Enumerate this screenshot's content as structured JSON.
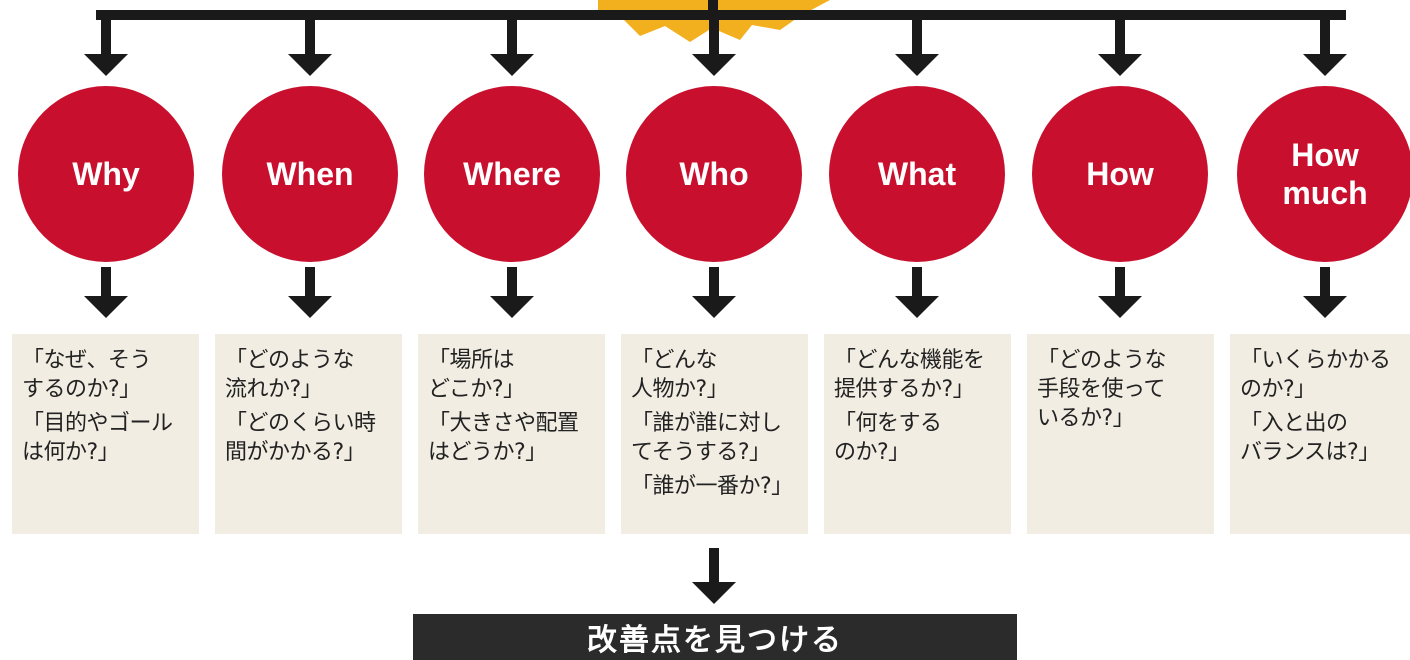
{
  "diagram": {
    "items": [
      {
        "label": "Why",
        "questions": [
          "「なぜ、そう\n するのか?」",
          "「目的やゴール\n は何か?」"
        ]
      },
      {
        "label": "When",
        "questions": [
          "「どのような\n 流れか?」",
          "「どのくらい時\n 間がかかる?」"
        ]
      },
      {
        "label": "Where",
        "questions": [
          "「場所は\n どこか?」",
          "「大きさや配置\n はどうか?」"
        ]
      },
      {
        "label": "Who",
        "questions": [
          "「どんな\n 人物か?」",
          "「誰が誰に対し\n てそうする?」",
          "「誰が一番か?」"
        ]
      },
      {
        "label": "What",
        "questions": [
          "「どんな機能を\n 提供するか?」",
          "「何をする\n のか?」"
        ]
      },
      {
        "label": "How",
        "questions": [
          "「どのような\n 手段を使って\n いるか?」"
        ]
      },
      {
        "label": "How\nmuch",
        "questions": [
          "「いくらかかる\n のか?」",
          "「入と出の\n バランスは?」"
        ]
      }
    ],
    "result": "改善点を見つける"
  },
  "colors": {
    "circle": "#c8102e",
    "box": "#f1ede2",
    "arrow": "#1a1a1a",
    "burst": "#f2b01e",
    "result_bg": "#2b2b2b"
  }
}
